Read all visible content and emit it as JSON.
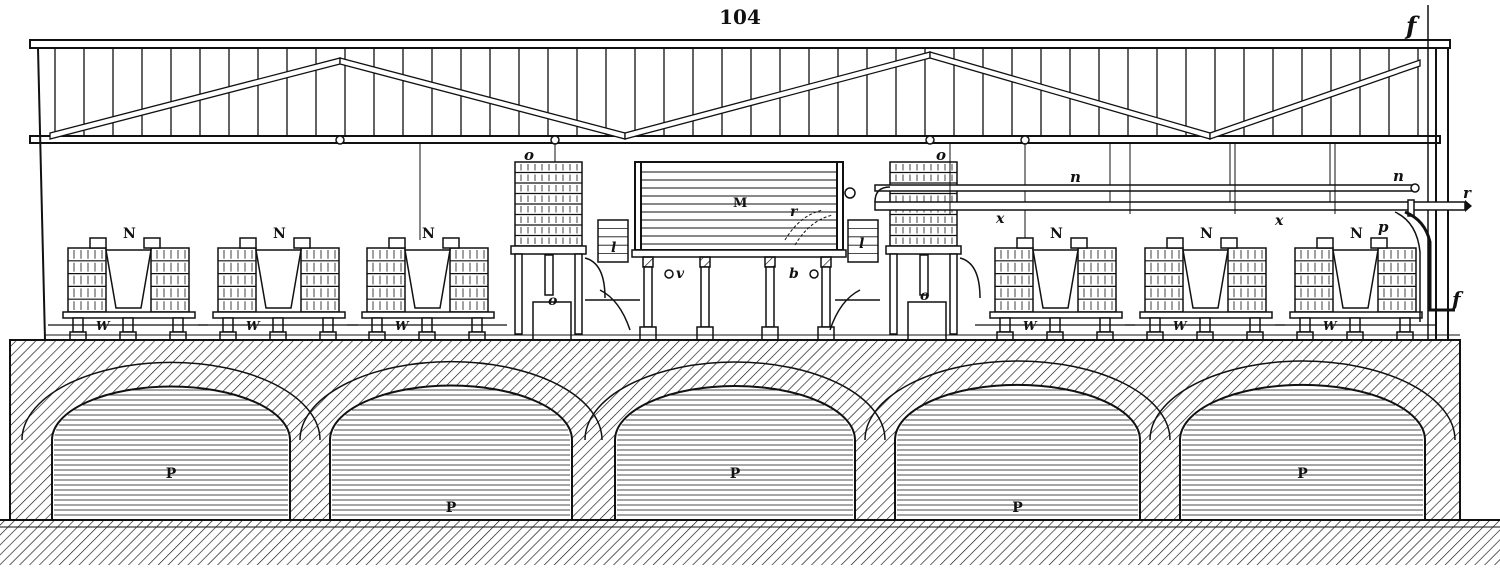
{
  "page_number": "104",
  "labels": {
    "f_top": "f",
    "f_side": "f",
    "tank_upper": [
      "o",
      "o"
    ],
    "tank_lower": [
      "o",
      "o"
    ],
    "main_tank": "M",
    "main_tank_r": "r",
    "pipe_n": [
      "n",
      "n"
    ],
    "pipe_r": "r",
    "pipe_x": [
      "x",
      "x"
    ],
    "pipe_p": "p",
    "vat_units": [
      "N",
      "N",
      "N",
      "N",
      "N",
      "N"
    ],
    "vat_base": [
      "W",
      "W",
      "W",
      "W",
      "W",
      "W"
    ],
    "small_box": [
      "l",
      "l"
    ],
    "valve_v": "v",
    "valve_b": "b",
    "cellar": [
      "P",
      "P",
      "P",
      "P",
      "P"
    ]
  },
  "colors": {
    "ink": "#111111",
    "paper": "#ffffff"
  }
}
